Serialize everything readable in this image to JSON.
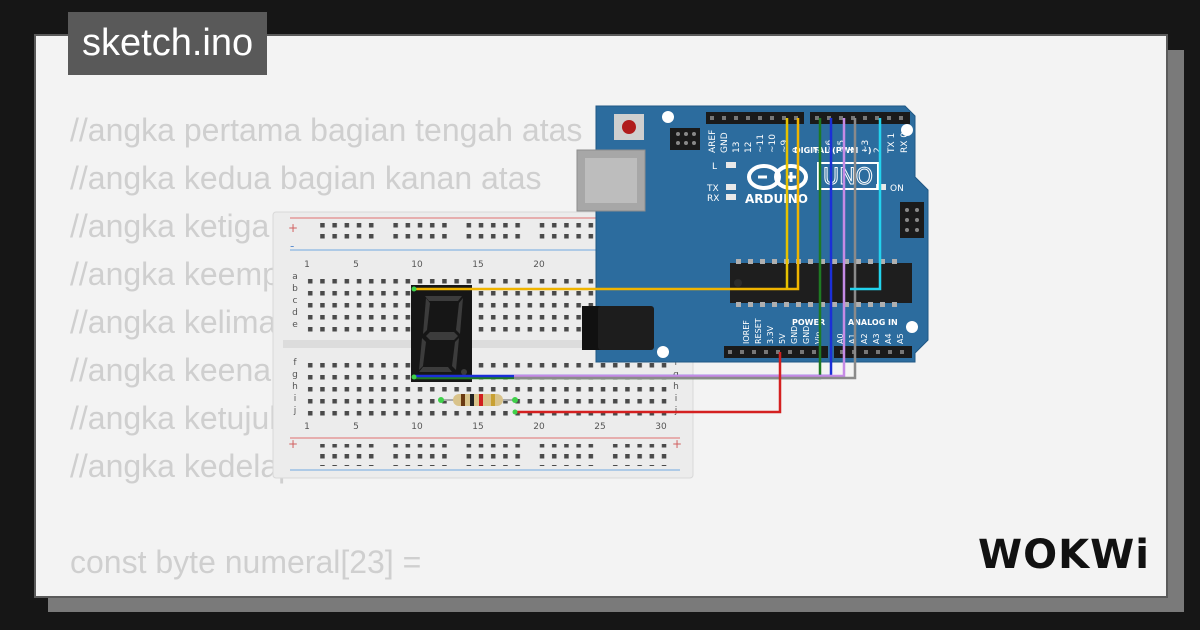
{
  "file_tab": {
    "name": "sketch.ino"
  },
  "code_lines": [
    "//angka pertama bagian tengah atas",
    "//angka kedua bagian kanan atas",
    "//angka ketiga bagian kanan bawah",
    "//angka keempat bagian bawah",
    "//angka kelima bagian kiri bawah",
    "//angka keenam bagian kiri atas",
    "//angka ketujuh bagian tengah",
    "//angka kedelapan titik",
    "",
    "const byte numeral[23] =",
    "{"
  ],
  "breadboard": {
    "rows_top": [
      "a",
      "b",
      "c",
      "d",
      "e"
    ],
    "rows_bottom": [
      "f",
      "g",
      "h",
      "i",
      "j"
    ],
    "columns_top": [
      "1",
      "5",
      "10",
      "15",
      "20"
    ],
    "columns_bottom": [
      "1",
      "5",
      "10",
      "15",
      "20",
      "25",
      "30"
    ],
    "rail_plus": "+",
    "rail_minus": "-"
  },
  "arduino": {
    "brand": "ARDUINO",
    "model": "UNO",
    "digital_label": "DIGITAL (PWM ~)",
    "digital_pins": [
      "AREF",
      "GND",
      "13",
      "12",
      "~11",
      "~10",
      "~9",
      "8",
      "7",
      "~6",
      "~5",
      "4",
      "~3",
      "2",
      "TX 1",
      "RX 0"
    ],
    "led_labels": [
      "L",
      "TX",
      "RX"
    ],
    "on_label": "ON",
    "power_label": "POWER",
    "analog_label": "ANALOG IN",
    "power_pins": [
      "IOREF",
      "RESET",
      "3.3V",
      "5V",
      "GND",
      "GND",
      "Vin"
    ],
    "analog_pins": [
      "A0",
      "A1",
      "A2",
      "A3",
      "A4",
      "A5"
    ]
  },
  "wire_colors": {
    "orange": "#f0b400",
    "yellow": "#e6c200",
    "green": "#1e7a22",
    "blue": "#1b2fd8",
    "violet": "#c58ae6",
    "gray": "#8a8a8a",
    "cyan": "#22d3ee",
    "red": "#d42020"
  },
  "brand_logo": {
    "text": "WOKWi"
  }
}
